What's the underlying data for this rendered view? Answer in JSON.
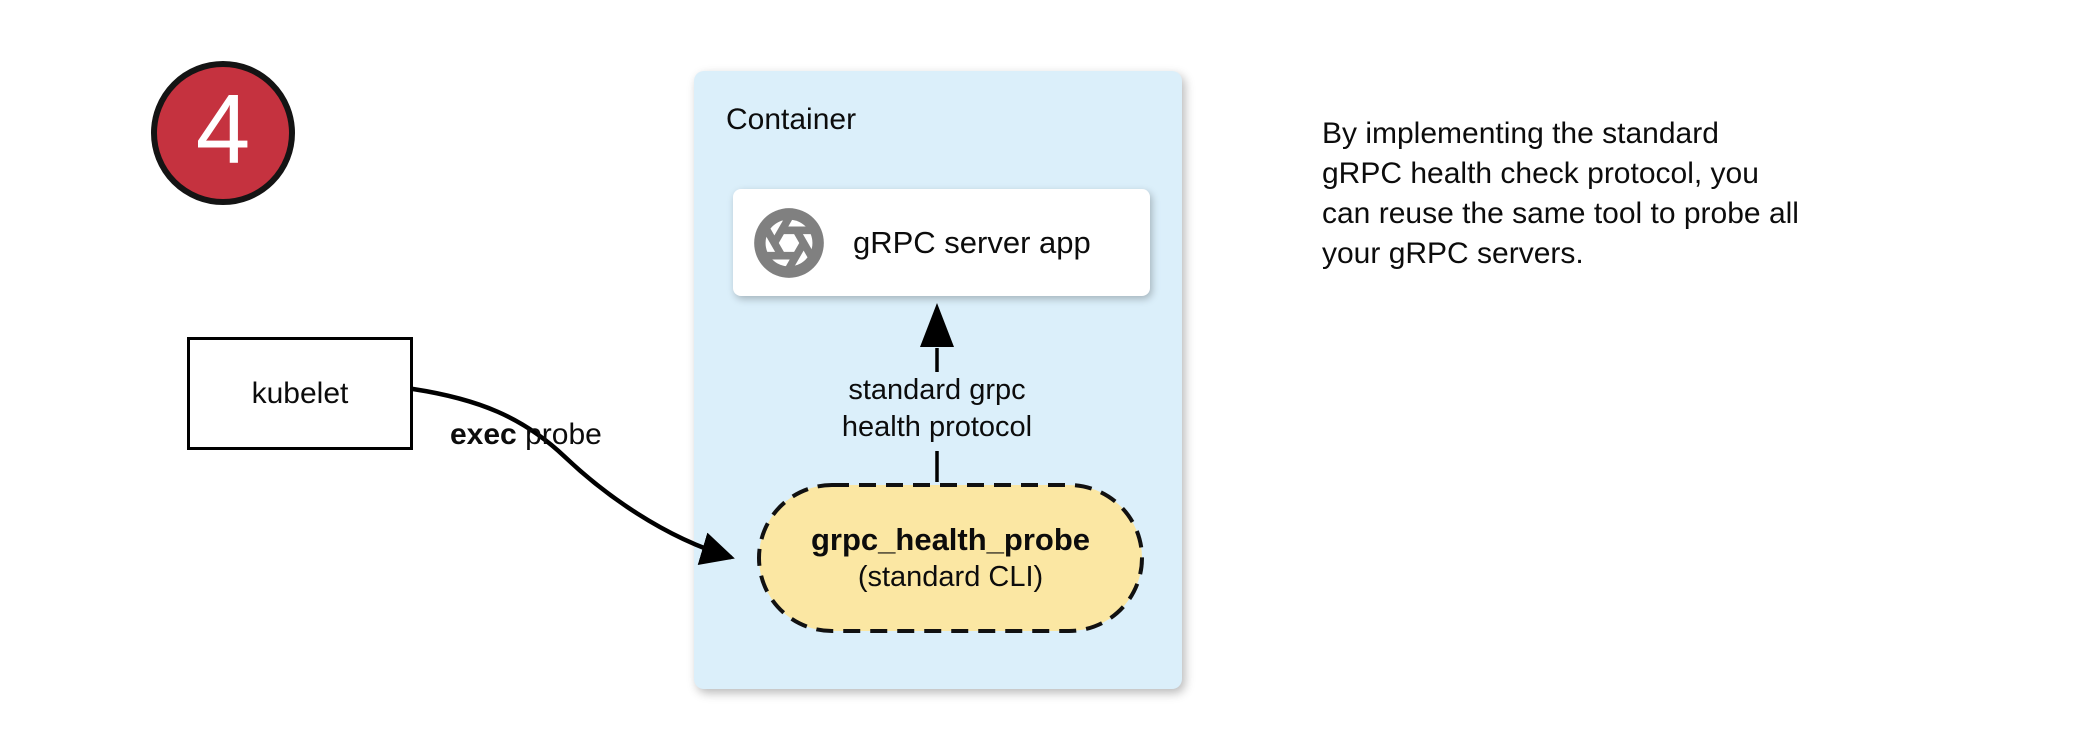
{
  "badge": {
    "number": "4"
  },
  "kubelet": {
    "label": "kubelet"
  },
  "exec_probe": {
    "bold": "exec",
    "rest": " probe"
  },
  "container": {
    "title": "Container",
    "server_box": {
      "label": "gRPC server app",
      "icon": "aperture-icon"
    },
    "protocol_label": {
      "line1": "standard grpc",
      "line2": "health protocol"
    },
    "probe_pill": {
      "line1": "grpc_health_probe",
      "line2": "(standard CLI)"
    }
  },
  "note": {
    "lines": [
      "By implementing the standard",
      "gRPC health check protocol, you",
      "can reuse the same tool to probe all",
      "your gRPC servers."
    ]
  },
  "colors": {
    "badge_fill": "#C5323F",
    "container_fill": "#DBEFFA",
    "pill_fill": "#FBE7A3",
    "icon_gray": "#808080",
    "ink": "#0c0c0c"
  }
}
